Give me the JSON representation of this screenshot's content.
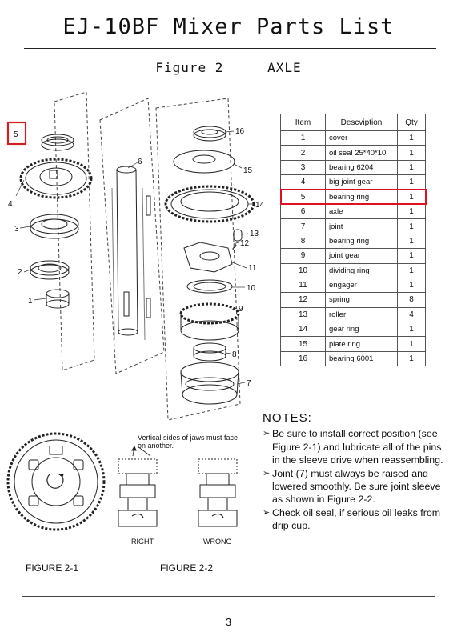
{
  "title": "EJ-10BF Mixer Parts List",
  "subtitle": {
    "figure": "Figure 2",
    "name": "AXLE"
  },
  "diagram": {
    "callouts": [
      "1",
      "2",
      "3",
      "4",
      "5",
      "6",
      "7",
      "8",
      "9",
      "10",
      "11",
      "12",
      "13",
      "14",
      "15",
      "16"
    ],
    "highlight_color": "#d12020"
  },
  "table": {
    "headers": {
      "item": "Item",
      "desc": "Descviption",
      "qty": "Qty"
    },
    "rows": [
      {
        "item": "1",
        "desc": "cover",
        "qty": "1"
      },
      {
        "item": "2",
        "desc": "oil seal 25*40*10",
        "qty": "1"
      },
      {
        "item": "3",
        "desc": "bearing 6204",
        "qty": "1"
      },
      {
        "item": "4",
        "desc": "big joint gear",
        "qty": "1"
      },
      {
        "item": "5",
        "desc": "bearing ring",
        "qty": "1"
      },
      {
        "item": "6",
        "desc": "axle",
        "qty": "1"
      },
      {
        "item": "7",
        "desc": "joint",
        "qty": "1"
      },
      {
        "item": "8",
        "desc": "bearing ring",
        "qty": "1"
      },
      {
        "item": "9",
        "desc": "joint gear",
        "qty": "1"
      },
      {
        "item": "10",
        "desc": "dividing ring",
        "qty": "1"
      },
      {
        "item": "11",
        "desc": "engager",
        "qty": "1"
      },
      {
        "item": "12",
        "desc": "spring",
        "qty": "8"
      },
      {
        "item": "13",
        "desc": "roller",
        "qty": "4"
      },
      {
        "item": "14",
        "desc": "gear ring",
        "qty": "1"
      },
      {
        "item": "15",
        "desc": "plate  ring",
        "qty": "1"
      },
      {
        "item": "16",
        "desc": "bearing 6001",
        "qty": "1"
      }
    ]
  },
  "notes": {
    "title": "NOTES:",
    "items": [
      "Be sure to install correct position (see Figure 2-1) and lubricate all of the pins in the sleeve drive when reassembling.",
      "Joint (7) must always be raised and lowered smoothly. Be sure joint sleeve as shown in Figure 2-2.",
      "Check oil seal, if serious oil leaks from drip cup."
    ]
  },
  "figure2_2": {
    "annotation_line1": "Vertical sides of jaws must face",
    "annotation_line2": "on another.",
    "right_label": "RIGHT",
    "wrong_label": "WRONG"
  },
  "captions": {
    "fig2_1": "FIGURE 2-1",
    "fig2_2": "FIGURE 2-2"
  },
  "page_number": "3"
}
